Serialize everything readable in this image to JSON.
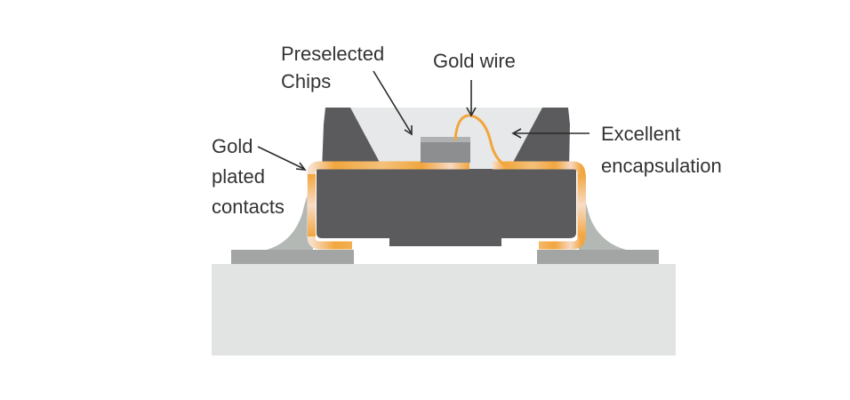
{
  "labels": {
    "preselected_line1": "Preselected",
    "preselected_line2": "Chips",
    "gold_wire": "Gold wire",
    "gold_line1": "Gold",
    "gold_line2": "plated",
    "gold_line3": "contacts",
    "excellent_line1": "Excellent",
    "excellent_line2": "encapsulation"
  },
  "colors": {
    "pcb": "#e1e4e3",
    "solder_pad": "#a2a5a4",
    "solder_fillet": "#b3b8b5",
    "package_body": "#5b5b5d",
    "encapsulant": "#e6e8e9",
    "chip": "#8d8e90",
    "gold": "#f2a63e",
    "gold_highlight": "#f6d4bb",
    "leader": "#2b2b2b"
  }
}
